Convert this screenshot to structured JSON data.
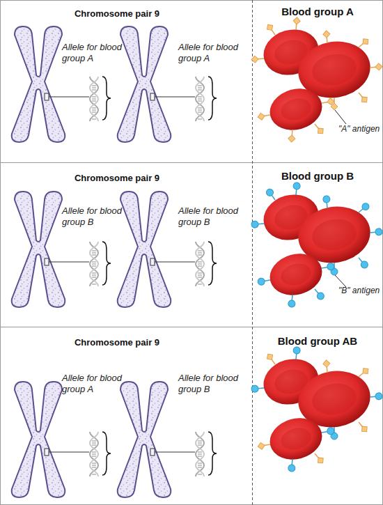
{
  "diagram": {
    "nodes": [
      {
        "text": [
          "Chromosome pair 9"
        ]
      },
      {
        "text": [
          "Blood group A"
        ]
      },
      {
        "text": [
          "Chromosome pair 9"
        ]
      },
      {
        "text": [
          "Blood group B"
        ]
      },
      {
        "text": [
          "Chromosome pair 9"
        ]
      },
      {
        "text": [
          "Blood group AB"
        ]
      }
    ],
    "labels": [
      "Allele for blood group A",
      "Allele for blood group A",
      "\"A\" antigen",
      "Allele for blood group B",
      "Allele for blood group B",
      "\"B\" antigen",
      "Allele for blood group A",
      "Allele for blood group B"
    ]
  }
}
